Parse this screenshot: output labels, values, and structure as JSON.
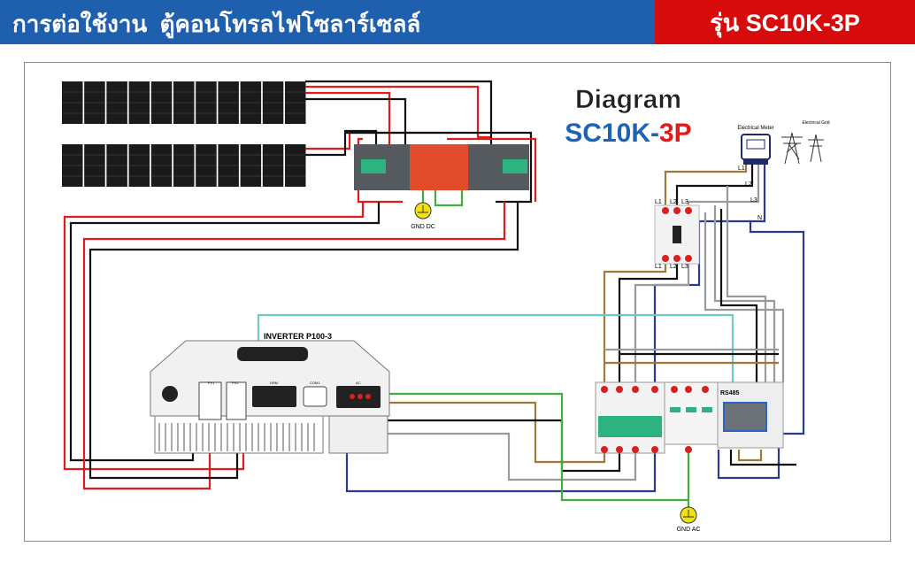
{
  "header": {
    "title": "การต่อใช้งาน  ตู้คอนโทรลไฟโซลาร์เซลล์",
    "model": "รุ่น SC10K-3P"
  },
  "diagram": {
    "heading": "Diagram",
    "model_prefix": "SC10K-",
    "model_suffix": "3P",
    "electrical_meter": "Electrical Meter",
    "electrical_grid": "Electrical Grid",
    "gnd_dc": "GND DC",
    "gnd_ac": "GND AC",
    "inverter_label": "INVERTER P100-3",
    "rs485": "RS485",
    "phases": {
      "l1": "L1",
      "l2": "L2",
      "l3": "L3",
      "n": "N"
    },
    "inverter_ports": {
      "pv1": "PV1",
      "pv2": "PV2",
      "drm": "DRM",
      "com": "COM1",
      "ac": "AC"
    }
  },
  "colors": {
    "header_blue": "#1e5fae",
    "header_red": "#d70b0b",
    "dc_positive": "#e01b1b",
    "dc_negative": "#111111",
    "l1": "#9b7a3c",
    "l2": "#111111",
    "l3": "#9a9a9a",
    "neutral": "#2a3a8f",
    "ground": "#3fae3f",
    "rs485": "#6cc9c4"
  }
}
